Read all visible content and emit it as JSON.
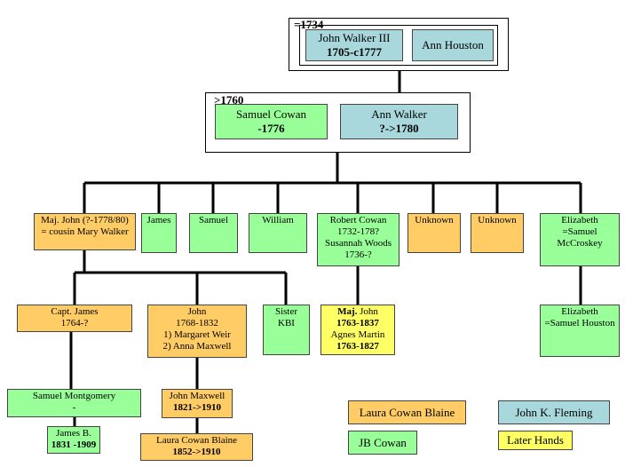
{
  "colors": {
    "jb_cowan": "#99ff99",
    "laura_cowan_blaine": "#ffcc66",
    "john_k_fleming": "#a8d8dc",
    "later_hands": "#ffff66"
  },
  "marriage1": {
    "date": "=1734",
    "husband_name": "John Walker III",
    "husband_dates": "1705-c1777",
    "wife_name": "Ann Houston"
  },
  "marriage2": {
    "date": ">1760",
    "husband_name": "Samuel Cowan",
    "husband_dates": "-1776",
    "wife_name": "Ann Walker",
    "wife_dates": "?->1780"
  },
  "children": {
    "maj_john": {
      "line1": "Maj. John (?-1778/80)",
      "line2": "= cousin Mary Walker"
    },
    "james": {
      "line1": "James"
    },
    "samuel": {
      "line1": "Samuel"
    },
    "william": {
      "line1": "William"
    },
    "robert": {
      "line1": "Robert Cowan",
      "line2": "1732-178?",
      "line3": "Susannah Woods",
      "line4": "1736-?"
    },
    "unknown1": {
      "line1": "Unknown"
    },
    "unknown2": {
      "line1": "Unknown"
    },
    "elizabeth": {
      "line1": "Elizabeth",
      "line2": "=Samuel",
      "line3": "McCroskey"
    }
  },
  "grandchildren": {
    "capt_james": {
      "line1": "Capt. James",
      "line2": "1764-?"
    },
    "john": {
      "line1": "John",
      "line2": "1768-1832",
      "line3": "1) Margaret Weir",
      "line4": "2) Anna Maxwell"
    },
    "sister_kbi": {
      "line1": "Sister",
      "line2": "KBI"
    },
    "maj_john2": {
      "prefix": "Maj.",
      "name": " John",
      "dates1": "1763-1837",
      "line3": "Agnes Martin",
      "dates2": "1763-1827"
    },
    "elizabeth2": {
      "line1": "Elizabeth",
      "line2": "=Samuel Houston"
    }
  },
  "gen4": {
    "samuel_montgomery": {
      "line1": "Samuel Montgomery",
      "line2": "-"
    },
    "john_maxwell": {
      "line1": "John Maxwell",
      "line2": "1821->1910"
    }
  },
  "gen5": {
    "james_b": {
      "line1": "James B.",
      "line2": "1831 -1909"
    },
    "laura_cowan_blaine": {
      "line1": "Laura Cowan Blaine",
      "line2": "1852->1910"
    }
  },
  "legend": {
    "laura": "Laura Cowan Blaine",
    "fleming": "John K. Fleming",
    "jb_cowan": "JB Cowan",
    "later_hands": "Later Hands"
  }
}
